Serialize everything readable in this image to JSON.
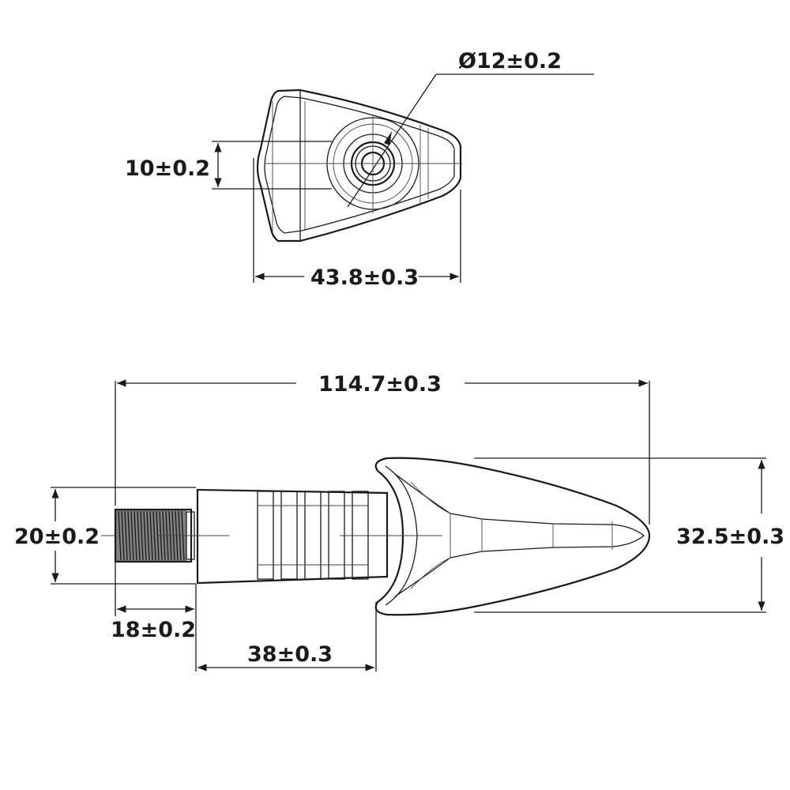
{
  "top_view": {
    "diameter": "Ø12±0.2",
    "hole_height": "10±0.2",
    "width": "43.8±0.3"
  },
  "side_view": {
    "overall_length": "114.7±0.3",
    "bolt_diameter": "20±0.2",
    "height": "32.5±0.3",
    "thread_length": "18±0.2",
    "stem_length": "38±0.3"
  }
}
